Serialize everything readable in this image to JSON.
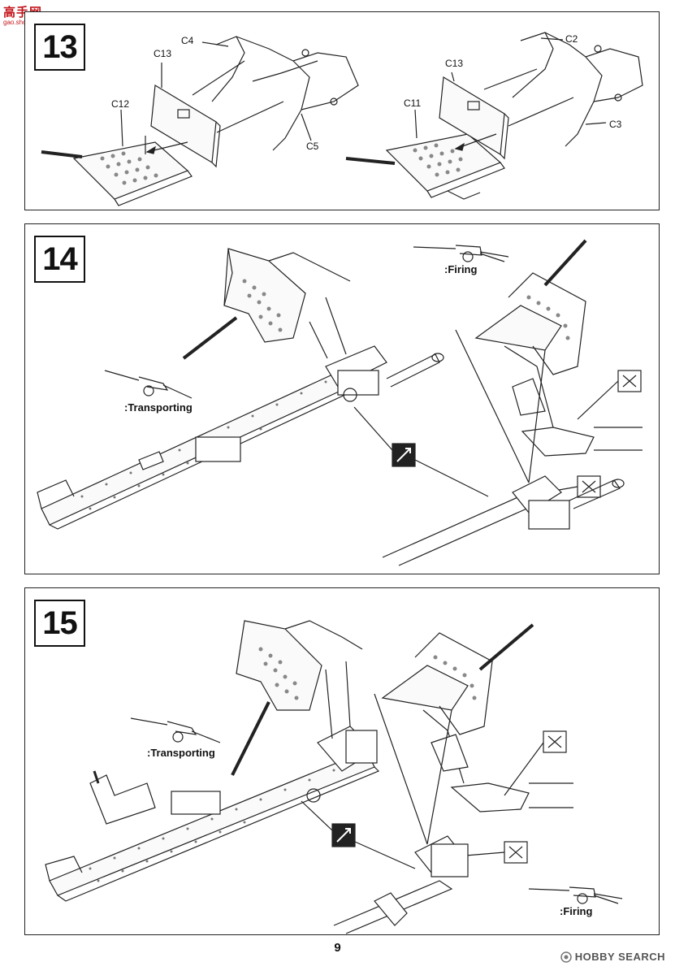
{
  "watermark_top": {
    "line1": "高手网",
    "line2": "gao.shou.com"
  },
  "watermark_bottom": {
    "text": "HOBBY SEARCH"
  },
  "page_number": "9",
  "steps": [
    {
      "number": "13",
      "labels": {
        "c4": "C4",
        "c13a": "C13",
        "c12": "C12",
        "c5": "C5",
        "c2": "C2",
        "c13b": "C13",
        "c11": "C11",
        "c3": "C3"
      }
    },
    {
      "number": "14",
      "transporting": ":Transporting",
      "firing": ":Firing"
    },
    {
      "number": "15",
      "transporting": ":Transporting",
      "firing": ":Firing"
    }
  ],
  "colors": {
    "line": "#222222",
    "accent_watermark": "#c3161c"
  }
}
